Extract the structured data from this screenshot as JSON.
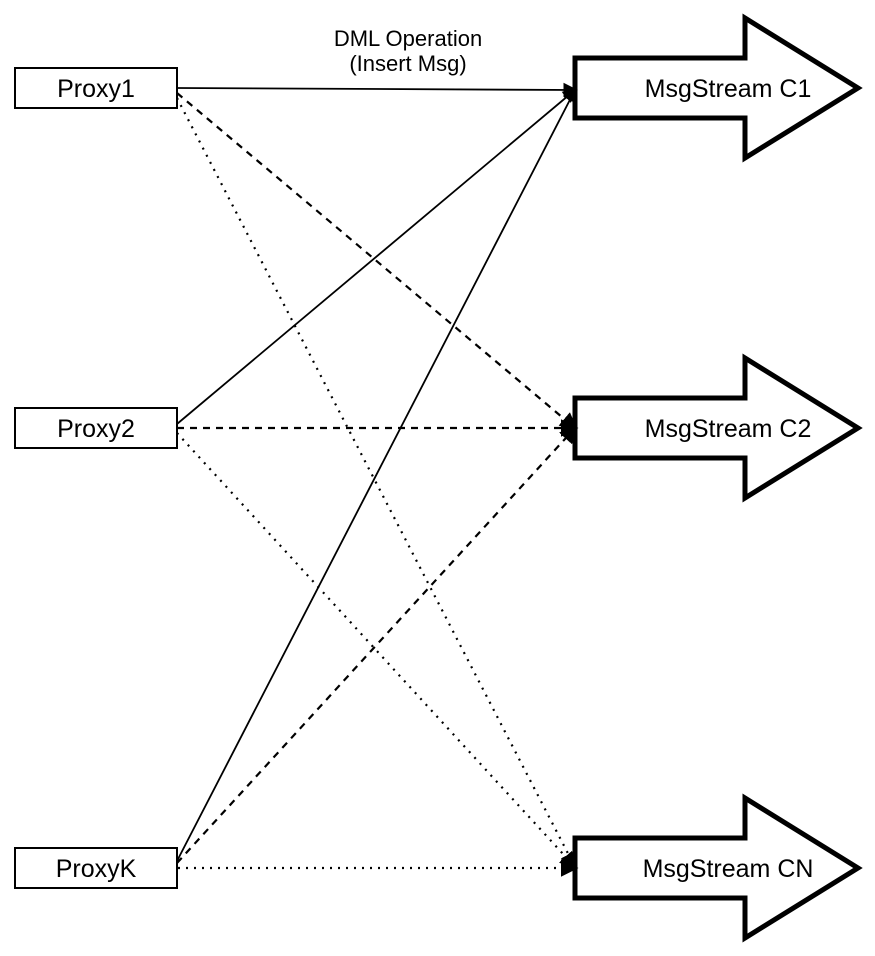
{
  "diagram": {
    "title_label": {
      "line1": "DML Operation",
      "line2": "(Insert Msg)"
    },
    "proxies": [
      {
        "label": "Proxy1"
      },
      {
        "label": "Proxy2"
      },
      {
        "label": "ProxyK"
      }
    ],
    "streams": [
      {
        "label": "MsgStream C1"
      },
      {
        "label": "MsgStream C2"
      },
      {
        "label": "MsgStream CN"
      }
    ],
    "edges": [
      {
        "from": "Proxy1",
        "to": "MsgStream C1",
        "style": "solid"
      },
      {
        "from": "Proxy2",
        "to": "MsgStream C1",
        "style": "solid"
      },
      {
        "from": "ProxyK",
        "to": "MsgStream C1",
        "style": "solid"
      },
      {
        "from": "Proxy1",
        "to": "MsgStream C2",
        "style": "dashed"
      },
      {
        "from": "Proxy2",
        "to": "MsgStream C2",
        "style": "dashed"
      },
      {
        "from": "ProxyK",
        "to": "MsgStream C2",
        "style": "dashed"
      },
      {
        "from": "Proxy1",
        "to": "MsgStream CN",
        "style": "dotted"
      },
      {
        "from": "Proxy2",
        "to": "MsgStream CN",
        "style": "dotted"
      },
      {
        "from": "ProxyK",
        "to": "MsgStream CN",
        "style": "dotted"
      }
    ],
    "colors": {
      "stroke": "#000000",
      "fill": "#ffffff",
      "background": "#ffffff"
    }
  }
}
